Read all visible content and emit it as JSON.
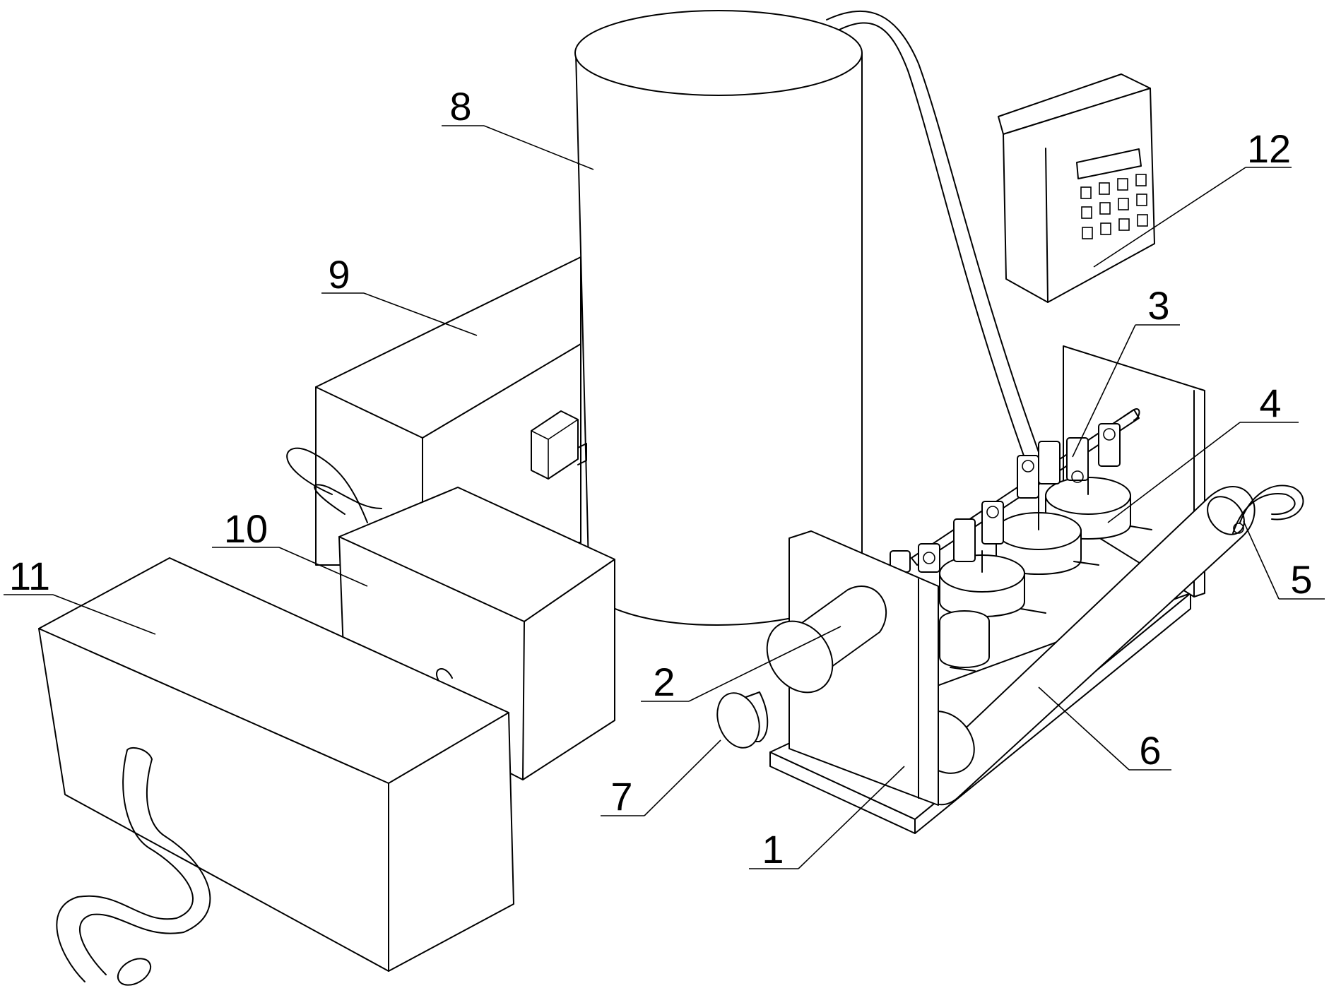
{
  "figure": {
    "labels": [
      {
        "id": "1",
        "text": "1"
      },
      {
        "id": "2",
        "text": "2"
      },
      {
        "id": "3",
        "text": "3"
      },
      {
        "id": "4",
        "text": "4"
      },
      {
        "id": "5",
        "text": "5"
      },
      {
        "id": "6",
        "text": "6"
      },
      {
        "id": "7",
        "text": "7"
      },
      {
        "id": "8",
        "text": "8"
      },
      {
        "id": "9",
        "text": "9"
      },
      {
        "id": "10",
        "text": "10"
      },
      {
        "id": "11",
        "text": "11"
      },
      {
        "id": "12",
        "text": "12"
      }
    ],
    "stroke_color": "#000000",
    "background_color": "#ffffff"
  }
}
